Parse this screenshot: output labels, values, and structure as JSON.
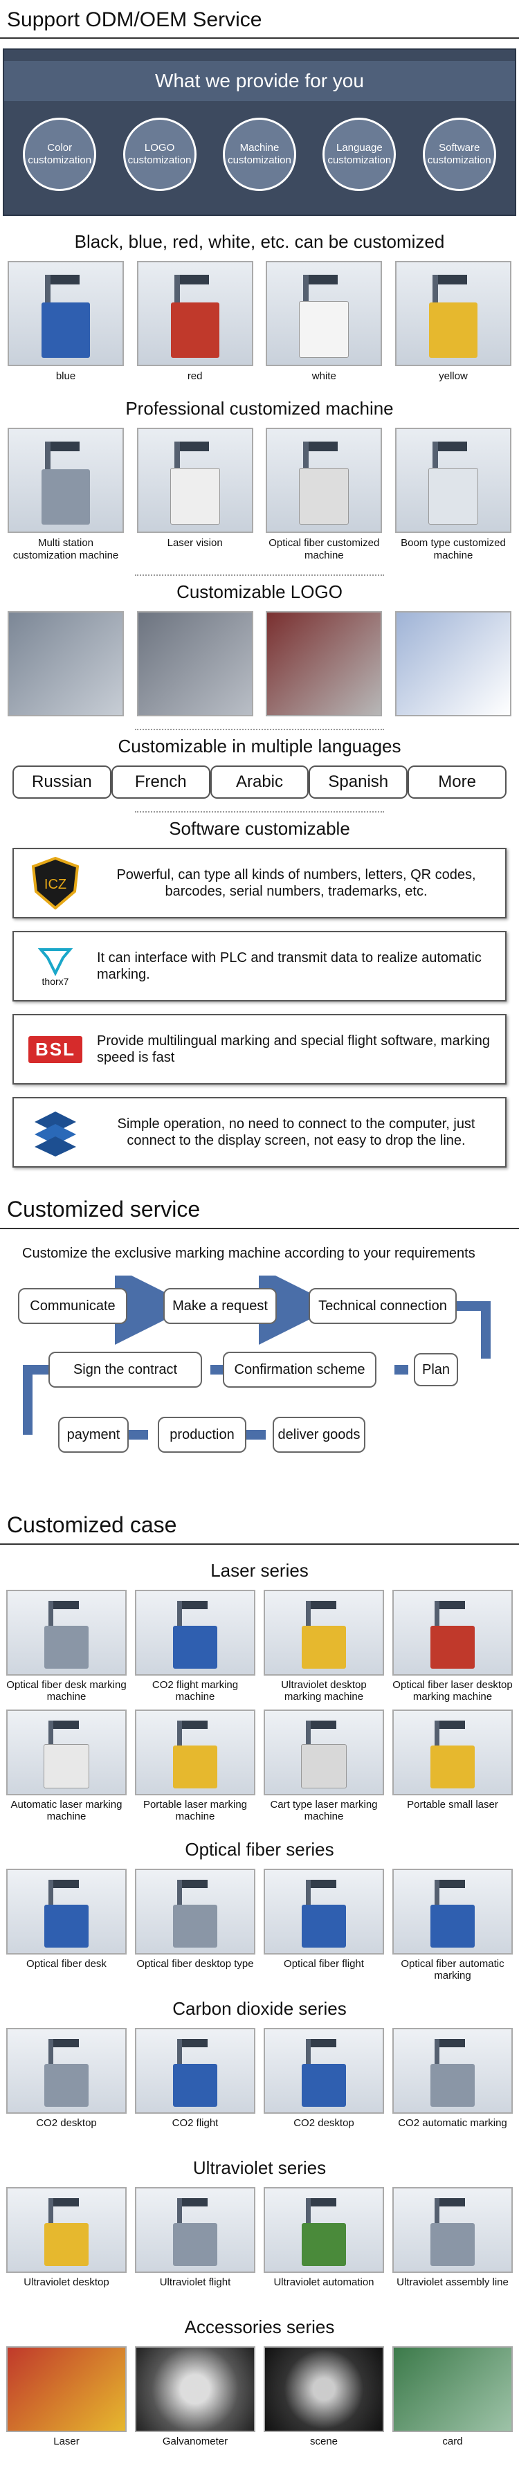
{
  "header": {
    "title": "Support ODM/OEM Service"
  },
  "banner": {
    "title": "What we provide for you",
    "circles": [
      "Color customization",
      "LOGO customization",
      "Machine customization",
      "Language customization",
      "Software customization"
    ]
  },
  "colors_section": {
    "title": "Black, blue, red, white, etc. can be customized",
    "items": [
      "blue",
      "red",
      "white",
      "yellow"
    ]
  },
  "machine_section": {
    "title": "Professional customized machine",
    "items": [
      "Multi station customization machine",
      "Laser vision",
      "Optical fiber customized machine",
      "Boom type customized machine"
    ]
  },
  "logo_section": {
    "title": "Customizable LOGO"
  },
  "language_section": {
    "title": "Customizable in multiple languages",
    "languages": [
      "Russian",
      "French",
      "Arabic",
      "Spanish",
      "More"
    ]
  },
  "software_section": {
    "title": "Software customizable",
    "items": [
      {
        "logo": "ICZ",
        "text": "Powerful, can type all kinds of numbers, letters, QR codes, barcodes, serial numbers, trademarks, etc."
      },
      {
        "logo": "thorx7",
        "text": "It can interface with PLC and transmit data to realize automatic marking."
      },
      {
        "logo": "BSL",
        "text": "Provide multilingual marking and special flight software, marking speed is fast"
      },
      {
        "logo": "",
        "text": "Simple operation, no need to connect to the computer, just connect to the display screen, not easy to drop the line."
      }
    ]
  },
  "service": {
    "title": "Customized service",
    "desc": "Customize the exclusive marking machine according to your requirements",
    "steps": [
      "Communicate",
      "Make a request",
      "Technical connection",
      "Plan",
      "Confirmation scheme",
      "Sign the contract",
      "payment",
      "production",
      "deliver goods"
    ]
  },
  "case": {
    "title": "Customized case",
    "series": [
      {
        "title": "Laser series",
        "items": [
          "Optical fiber desk marking machine",
          "CO2 flight marking machine",
          "Ultraviolet desktop marking machine",
          "Optical fiber laser desktop marking machine",
          "Automatic laser marking machine",
          "Portable laser marking machine",
          "Cart type laser marking machine",
          "Portable small laser"
        ]
      },
      {
        "title": "Optical fiber series",
        "items": [
          "Optical fiber desk",
          "Optical fiber desktop type",
          "Optical fiber flight",
          "Optical fiber automatic marking"
        ]
      },
      {
        "title": "Carbon dioxide series",
        "items": [
          "CO2 desktop",
          "CO2 flight",
          "CO2  desktop",
          "CO2 automatic marking"
        ]
      },
      {
        "title": "Ultraviolet series",
        "items": [
          "Ultraviolet desktop",
          "Ultraviolet flight",
          "Ultraviolet automation",
          "Ultraviolet assembly line"
        ]
      },
      {
        "title": "Accessories series",
        "items": [
          "Laser",
          "Galvanometer",
          "scene",
          "card"
        ]
      }
    ]
  },
  "colors": {
    "banner_bg": "#3d4a5f",
    "blue_machine": "#2f5fb0",
    "red_machine": "#c0392b",
    "yellow_machine": "#e6b82e",
    "white_machine": "#f4f4f4"
  }
}
